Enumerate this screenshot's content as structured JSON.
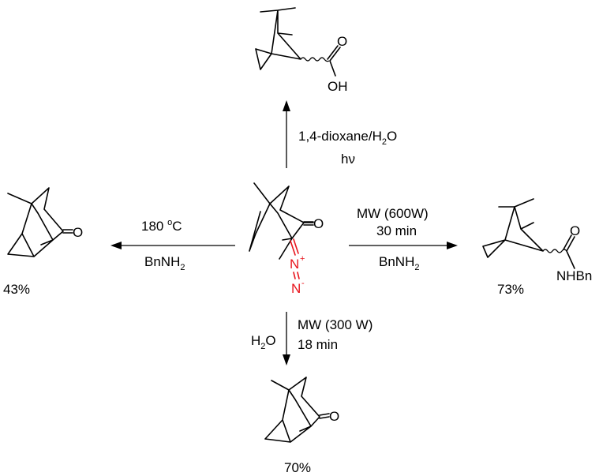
{
  "center": {
    "atom_o": "O",
    "atom_n1": "N",
    "atom_n1_charge": "+",
    "atom_n2": "N",
    "atom_n2_charge": "-"
  },
  "top_product": {
    "atom_o": "O",
    "atom_oh": "OH"
  },
  "left_product": {
    "atom_o": "O",
    "yield": "43%"
  },
  "right_product": {
    "atom_o": "O",
    "atom_nhbn": "NHBn",
    "yield": "73%"
  },
  "bottom_product": {
    "atom_o": "O",
    "yield": "70%"
  },
  "arrows": {
    "up": {
      "line1_main": "1,4-dioxane/H",
      "line1_sub": "2",
      "line1_tail": "O",
      "line2": "hν"
    },
    "left": {
      "above_num": "180 ",
      "above_sup": "o",
      "above_unit": "C",
      "below_main": "BnNH",
      "below_sub": "2"
    },
    "right": {
      "line1": "MW (600W)",
      "line2": "30 min",
      "below_main": "BnNH",
      "below_sub": "2"
    },
    "down": {
      "left_main": "H",
      "left_sub": "2",
      "left_tail": "O",
      "right_line1": "MW (300 W)",
      "right_line2": "18 min"
    }
  },
  "colors": {
    "bond": "#000000",
    "diazo": "#e8141c"
  }
}
